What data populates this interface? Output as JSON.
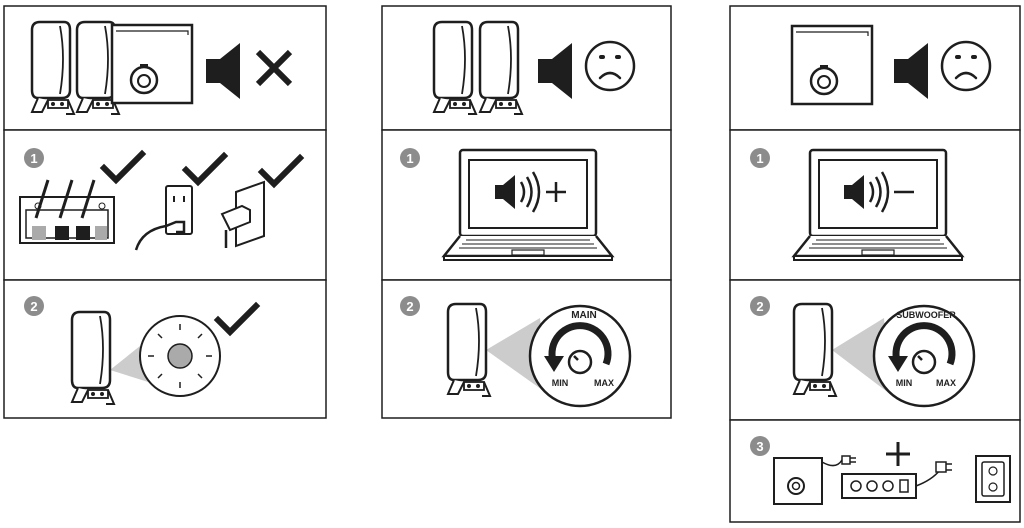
{
  "columns": [
    {
      "header": {
        "icons": [
          "speakers-icon",
          "subwoofer-icon",
          "speaker-mute-icon",
          "cross-icon"
        ]
      },
      "steps": [
        {
          "number": "1",
          "icons": [
            "terminal-connection-icon",
            "wall-outlet-icon",
            "power-input-icon",
            "check-icon"
          ]
        },
        {
          "number": "2",
          "icons": [
            "speaker-icon",
            "power-light-icon",
            "check-icon"
          ]
        }
      ]
    },
    {
      "header": {
        "icons": [
          "speakers-icon",
          "speaker-icon",
          "sad-face-icon"
        ]
      },
      "steps": [
        {
          "number": "1",
          "icons": [
            "laptop-icon",
            "volume-up-icon"
          ]
        },
        {
          "number": "2",
          "knob_label": "MAIN",
          "min_label": "MIN",
          "max_label": "MAX",
          "icons": [
            "speaker-icon",
            "knob-icon"
          ]
        }
      ]
    },
    {
      "header": {
        "icons": [
          "subwoofer-icon",
          "speaker-icon",
          "sad-face-icon"
        ]
      },
      "steps": [
        {
          "number": "1",
          "icons": [
            "laptop-icon",
            "volume-down-icon"
          ]
        },
        {
          "number": "2",
          "knob_label": "SUBWOOFER",
          "min_label": "MIN",
          "max_label": "MAX",
          "icons": [
            "speaker-icon",
            "knob-icon"
          ]
        },
        {
          "number": "3",
          "icons": [
            "subwoofer-icon",
            "power-strip-icon",
            "plus-icon",
            "wall-outlet-icon"
          ]
        }
      ]
    }
  ]
}
